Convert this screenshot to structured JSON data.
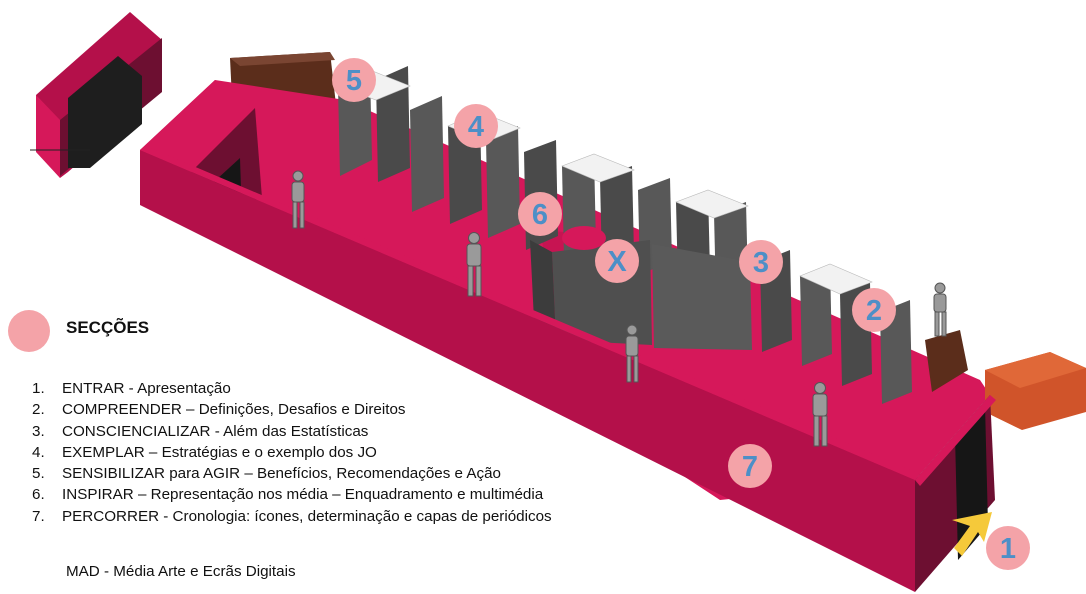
{
  "colors": {
    "badge_fill": "#f4a3a8",
    "badge_number": "#4d8fc7",
    "floor": "#d6185a",
    "wall_face": "#b4104a",
    "wall_shade": "#6d0f31",
    "panel_gray": "#585858",
    "panel_dark": "#3c3c3c",
    "brown": "#5b2d1b",
    "orange": "#d0542a",
    "arrow": "#f5c93a"
  },
  "badges": [
    {
      "label": "5"
    },
    {
      "label": "4"
    },
    {
      "label": "6"
    },
    {
      "label": "X"
    },
    {
      "label": "3"
    },
    {
      "label": "2"
    },
    {
      "label": "7"
    },
    {
      "label": "1"
    }
  ],
  "legend": {
    "title": "SECÇÕES",
    "items": [
      {
        "num": "1.",
        "text": "ENTRAR - Apresentação"
      },
      {
        "num": "2.",
        "text": "COMPREENDER – Definições, Desafios e Direitos"
      },
      {
        "num": "3.",
        "text": "CONSCIENCIALIZAR - Além das Estatísticas"
      },
      {
        "num": "4.",
        "text": "EXEMPLAR – Estratégias e o exemplo dos JO"
      },
      {
        "num": "5.",
        "text": "SENSIBILIZAR para AGIR – Benefícios, Recomendações e Ação"
      },
      {
        "num": "6.",
        "text": "INSPIRAR – Representação nos média – Enquadramento e multimédia"
      },
      {
        "num": "7.",
        "text": "PERCORRER - Cronologia: ícones, determinação e capas de periódicos"
      }
    ],
    "footnote": "MAD - Média Arte e Ecrãs Digitais"
  }
}
